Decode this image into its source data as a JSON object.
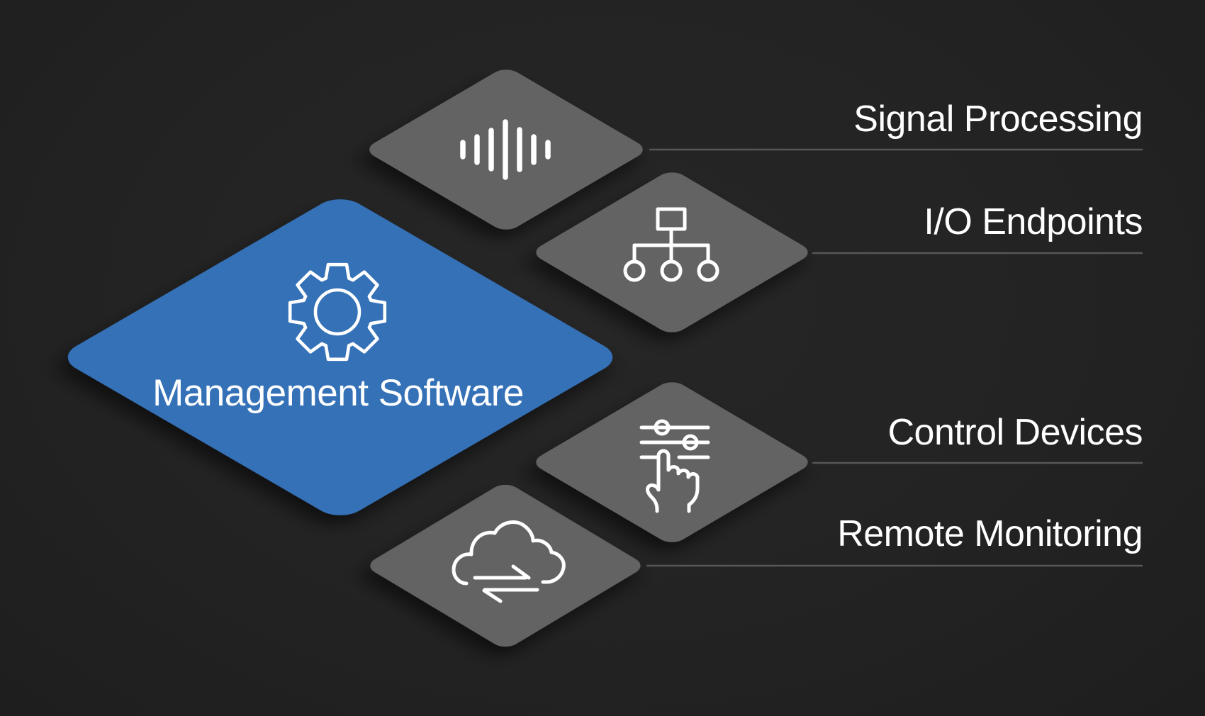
{
  "center": {
    "label": "Management Software",
    "icon": "gear-icon",
    "color": "#3471b7"
  },
  "nodes": [
    {
      "label": "Signal Processing",
      "icon": "waveform-icon"
    },
    {
      "label": "I/O Endpoints",
      "icon": "network-tree-icon"
    },
    {
      "label": "Control Devices",
      "icon": "sliders-hand-icon"
    },
    {
      "label": "Remote Monitoring",
      "icon": "cloud-sync-icon"
    }
  ],
  "colors": {
    "background": "#242424",
    "node_diamond_gray": "#636363",
    "center_diamond_blue": "#3471b7",
    "connector_line": "#575757",
    "text": "#ffffff",
    "icon_stroke": "#ffffff"
  }
}
